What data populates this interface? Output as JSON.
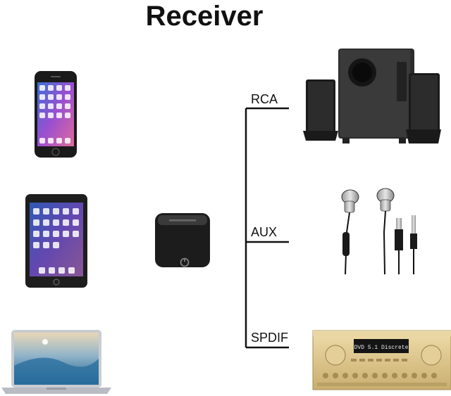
{
  "title": "Receiver",
  "outputs": [
    {
      "label": "RCA"
    },
    {
      "label": "AUX"
    },
    {
      "label": "SPDIF"
    }
  ],
  "receiver_display_text": "DVD 5.1 Discrete",
  "colors": {
    "line": "#111111",
    "device_dark": "#1c1c1c",
    "amplifier_gold": "#d6c08a"
  },
  "icons": [
    "smartphone-icon",
    "tablet-icon",
    "laptop-icon",
    "bluetooth-receiver-icon",
    "speakers-icon",
    "earphones-icon",
    "av-receiver-icon"
  ]
}
